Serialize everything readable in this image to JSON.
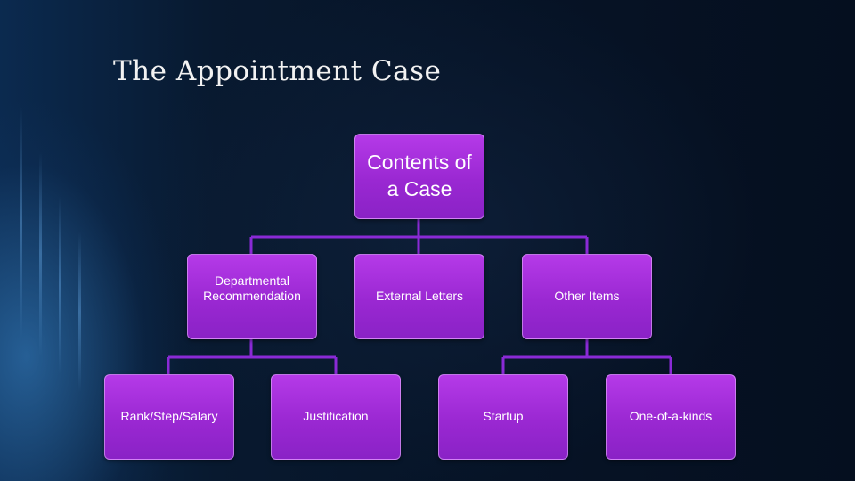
{
  "slide": {
    "title": "The Appointment Case"
  },
  "org_chart": {
    "root": "Contents of a Case",
    "level1": [
      "Departmental Recommendation",
      "External Letters",
      "Other Items"
    ],
    "level2": [
      "Rank/Step/Salary",
      "Justification",
      "Startup",
      "One-of-a-kinds"
    ]
  }
}
